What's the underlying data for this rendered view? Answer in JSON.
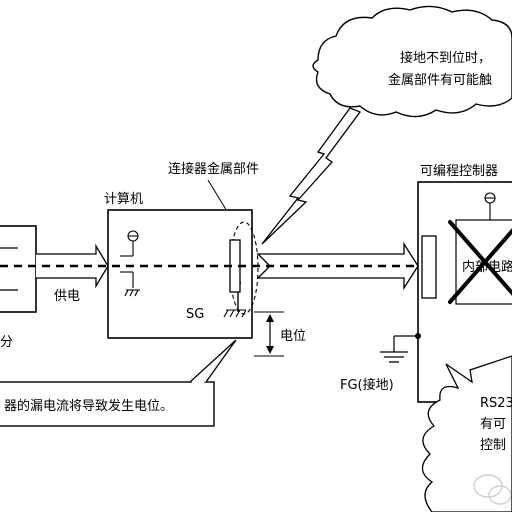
{
  "callout_top": {
    "line1": "接地不到位时，",
    "line2": "金属部件有可能触"
  },
  "callout_bottom_left": {
    "text": "器的漏电流将导致发生电位。"
  },
  "callout_bottom_right": {
    "line1": "RS23",
    "line2": "有可",
    "line3": "控制"
  },
  "labels": {
    "connector_metal": "连接器金属部件",
    "computer": "计算机",
    "plc": "可编程控制器",
    "power_supply": "供电",
    "partial_left": "分",
    "sg": "SG",
    "potential": "电位",
    "fg": "FG(接地)",
    "internal_circuit": "内部电路"
  },
  "colors": {
    "line": "#000000",
    "background": "#ffffff"
  },
  "icons": [
    "ground-icon",
    "antenna-icon",
    "cross-mark-icon",
    "wechat-watermark-icon"
  ]
}
